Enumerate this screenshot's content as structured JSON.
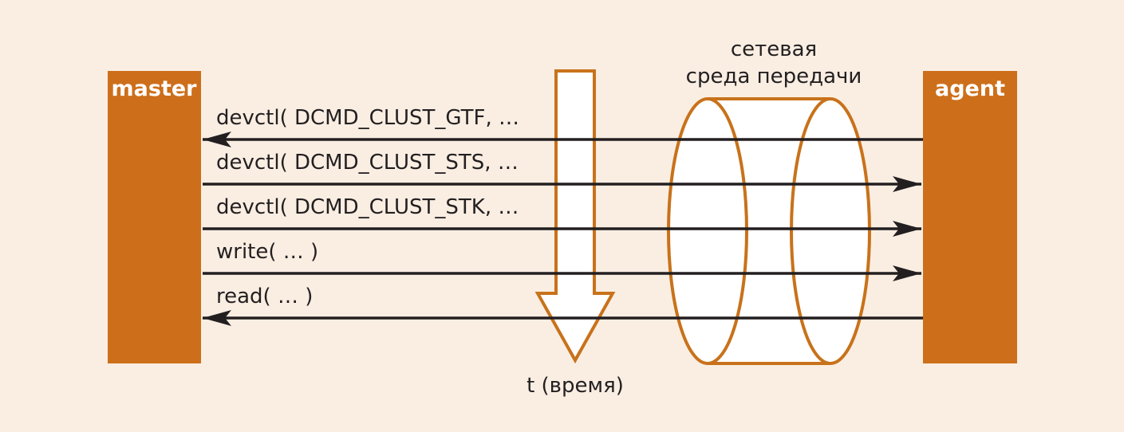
{
  "colors": {
    "background": "#faeee3",
    "box_fill": "#cd6f1a",
    "outline": "#c8721b",
    "arrow": "#231f20",
    "box_text": "#ffffff"
  },
  "nodes": {
    "master": "master",
    "agent": "agent"
  },
  "medium": {
    "line1": "сетевая",
    "line2": "среда передачи"
  },
  "time_axis": {
    "label": "t (время)"
  },
  "messages": [
    {
      "text": "devctl( DCMD_CLUST_GTF, …",
      "direction": "agent-to-master"
    },
    {
      "text": "devctl( DCMD_CLUST_STS, …",
      "direction": "master-to-agent"
    },
    {
      "text": "devctl( DCMD_CLUST_STK, …",
      "direction": "master-to-agent"
    },
    {
      "text": "write( … )",
      "direction": "master-to-agent"
    },
    {
      "text": "read( … )",
      "direction": "agent-to-master"
    }
  ]
}
